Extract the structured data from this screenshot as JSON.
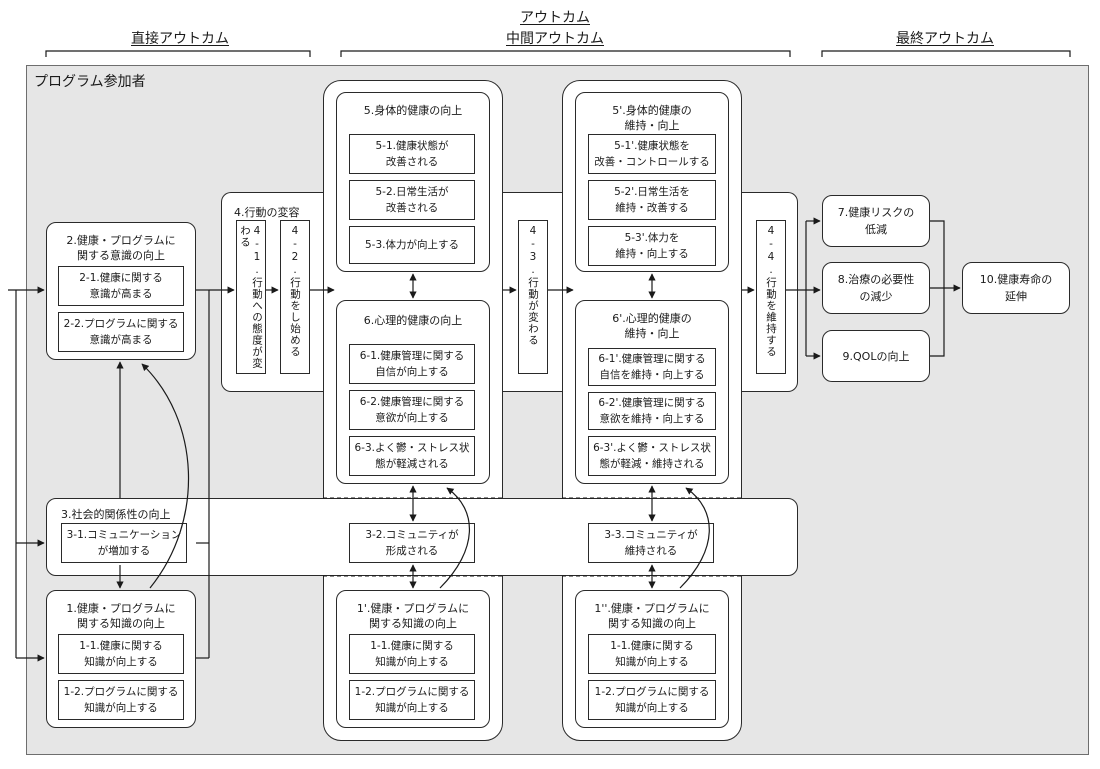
{
  "header": {
    "outcome": "アウトカム",
    "direct": "直接アウトカム",
    "intermediate": "中間アウトカム",
    "final": "最終アウトカム"
  },
  "participants": "プログラム参加者",
  "awareness": {
    "title": "2.健康・プログラムに\n関する意識の向上",
    "health": "2-1.健康に関する\n意識が高まる",
    "program": "2-2.プログラムに関する\n意識が高まる"
  },
  "social": {
    "title": "3.社会的関係性の向上",
    "comm": "3-1.コミュニケーション\nが増加する",
    "formed": "3-2.コミュニティが\n形成される",
    "kept": "3-3.コミュニティが\n維持される"
  },
  "knowledge": {
    "title": "1.健康・プログラムに\n関する知識の向上",
    "health": "1-1.健康に関する\n知識が向上する",
    "program": "1-2.プログラムに関する\n知識が向上する"
  },
  "behavior": {
    "title": "4.行動の変容",
    "attitude": "4-1.行動への態度が変わる",
    "start": "4-2.行動をし始める",
    "changes": "4-3.行動が変わる",
    "maintain": "4-4.行動を維持する"
  },
  "physical": {
    "title": "5.身体的健康の向上",
    "status": "5-1.健康状態が\n改善される",
    "daily": "5-2.日常生活が\n改善される",
    "fitness": "5-3.体力が向上する"
  },
  "mental": {
    "title": "6.心理的健康の向上",
    "confidence": "6-1.健康管理に関する\n自信が向上する",
    "motivation": "6-2.健康管理に関する\n意欲が向上する",
    "stress": "6-3.よく鬱・ストレス状\n態が軽減される"
  },
  "knowledge2": {
    "title": "1'.健康・プログラムに\n関する知識の向上",
    "health": "1-1.健康に関する\n知識が向上する",
    "program": "1-2.プログラムに関する\n知識が向上する"
  },
  "physical2": {
    "title": "5'.身体的健康の\n維持・向上",
    "status": "5-1'.健康状態を\n改善・コントロールする",
    "daily": "5-2'.日常生活を\n維持・改善する",
    "fitness": "5-3'.体力を\n維持・向上する"
  },
  "mental2": {
    "title": "6'.心理的健康の\n維持・向上",
    "confidence": "6-1'.健康管理に関する\n自信を維持・向上する",
    "motivation": "6-2'.健康管理に関する\n意欲を維持・向上する",
    "stress": "6-3'.よく鬱・ストレス状\n態が軽減・維持される"
  },
  "knowledge3": {
    "title": "1''.健康・プログラムに\n関する知識の向上",
    "health": "1-1.健康に関する\n知識が向上する",
    "program": "1-2.プログラムに関する\n知識が向上する"
  },
  "final": {
    "risk": "7.健康リスクの\n低減",
    "treatment": "8.治療の必要性\nの減少",
    "qol": "9.QOLの向上",
    "longevity": "10.健康寿命の\n延伸"
  }
}
